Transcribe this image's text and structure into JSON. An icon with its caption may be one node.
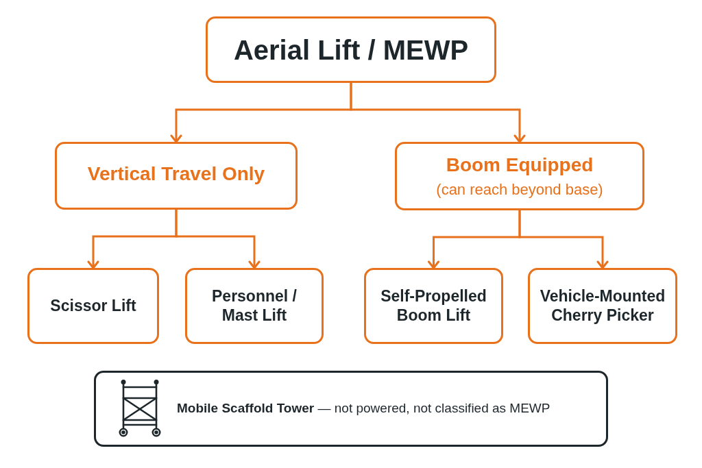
{
  "diagram": {
    "nodes": [
      {
        "text": [
          "Aerial Lift / MEWP"
        ]
      },
      {
        "text": [
          "Vertical Travel Only"
        ]
      },
      {
        "text": [
          "Boom Equipped",
          "(can reach beyond base)"
        ]
      },
      {
        "text": [
          "Scissor Lift"
        ]
      },
      {
        "text": [
          "Personnel / Mast Lift"
        ]
      },
      {
        "text": [
          "Self-Propelled Boom Lift"
        ]
      },
      {
        "text": [
          "Vehicle-Mounted Cherry Picker"
        ]
      },
      {
        "text": [
          "**Mobile Scaffold Tower** — not powered, not classified as MEWP"
        ]
      }
    ],
    "edges": [
      {
        "from": 0,
        "to": 1,
        "arrow": "to"
      },
      {
        "from": 0,
        "to": 2,
        "arrow": "to"
      },
      {
        "from": 1,
        "to": 3,
        "arrow": "to"
      },
      {
        "from": 1,
        "to": 4,
        "arrow": "to"
      },
      {
        "from": 2,
        "to": 5,
        "arrow": "to"
      },
      {
        "from": 2,
        "to": 6,
        "arrow": "to"
      }
    ]
  }
}
